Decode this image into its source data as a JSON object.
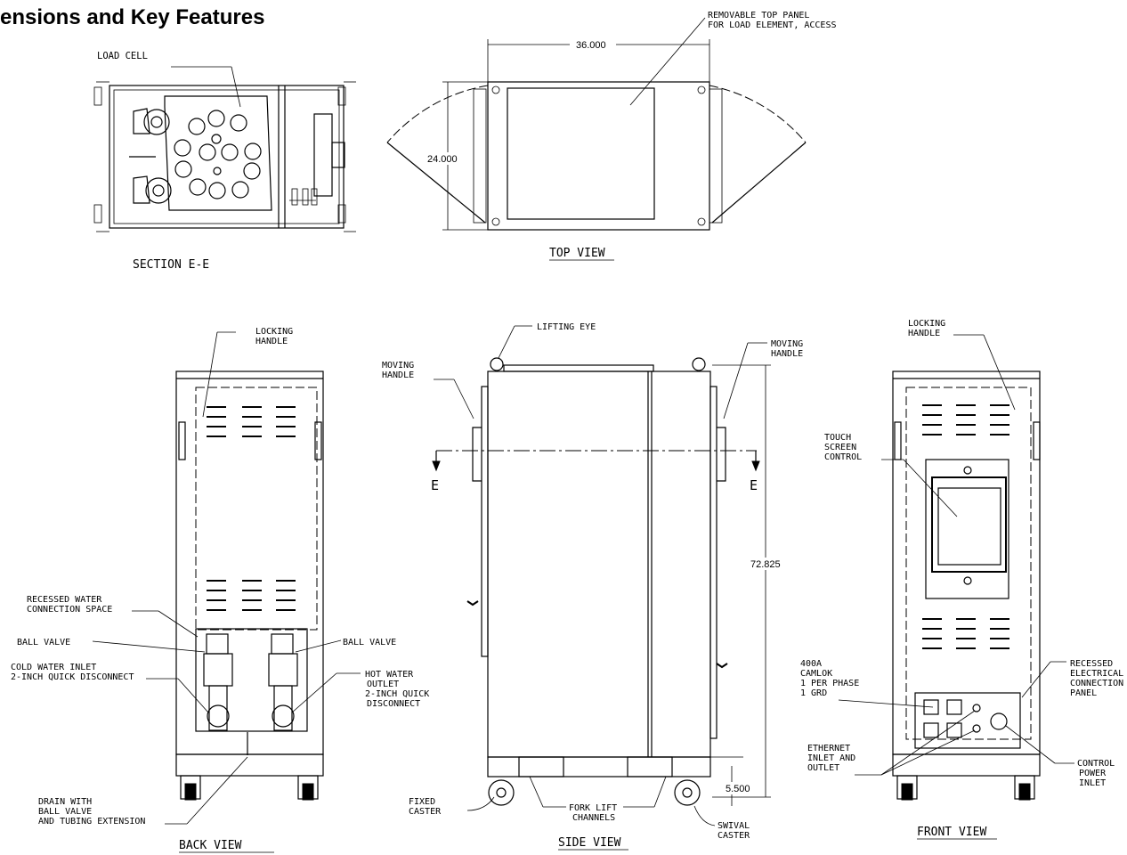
{
  "title": "ensions and Key Features",
  "views": {
    "section": "SECTION E-E",
    "top": "TOP VIEW",
    "back": "BACK VIEW",
    "side": "SIDE VIEW",
    "front": "FRONT VIEW"
  },
  "dimensions": {
    "width": "36.000",
    "depth": "24.000",
    "height": "72.825",
    "caster_height": "5.500"
  },
  "labels": {
    "load_cell": "LOAD CELL",
    "removable_top": [
      "REMOVABLE TOP PANEL",
      "FOR LOAD ELEMENT, ACCESS"
    ],
    "locking_handle_back": [
      "LOCKING",
      "HANDLE"
    ],
    "recessed_water": [
      "RECESSED WATER",
      "CONNECTION SPACE"
    ],
    "ball_valve_left": "BALL VALVE",
    "ball_valve_right": "BALL VALVE",
    "cold_water": [
      "COLD WATER INLET",
      "2-INCH QUICK DISCONNECT"
    ],
    "hot_water": [
      "HOT WATER",
      "OUTLET",
      "2-INCH QUICK",
      "DISCONNECT"
    ],
    "drain": [
      "DRAIN WITH",
      "BALL VALVE",
      "AND TUBING EXTENSION"
    ],
    "lifting_eye": "LIFTING EYE",
    "moving_handle_left": [
      "MOVING",
      "HANDLE"
    ],
    "moving_handle_right": [
      "MOVING",
      "HANDLE"
    ],
    "section_mark": "E",
    "fixed_caster": [
      "FIXED",
      "CASTER"
    ],
    "fork_lift": [
      "FORK LIFT",
      "CHANNELS"
    ],
    "swivel_caster": [
      "SWIVAL",
      "CASTER"
    ],
    "locking_handle_front": [
      "LOCKING",
      "HANDLE"
    ],
    "touch_screen": [
      "TOUCH",
      "SCREEN",
      "CONTROL"
    ],
    "camlok": [
      "400A",
      "CAMLOK",
      "1 PER PHASE",
      "1 GRD"
    ],
    "recessed_elec": [
      "RECESSED",
      "ELECTRICAL",
      "CONNECTION",
      "PANEL"
    ],
    "ethernet": [
      "ETHERNET",
      "INLET AND",
      "OUTLET"
    ],
    "control_power": [
      "CONTROL",
      "POWER",
      "INLET"
    ]
  }
}
